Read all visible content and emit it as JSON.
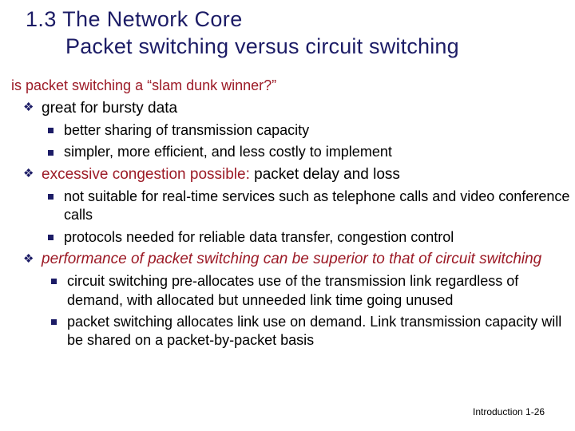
{
  "slide": {
    "title": {
      "line1": "1.3 The Network Core",
      "line2": "Packet switching versus circuit switching"
    },
    "lead_line": "is packet switching a “slam dunk winner?”",
    "bullets": [
      {
        "level1_text": "great for bursty data",
        "level1_red_prefix": "",
        "level1_style": "plain",
        "sub": [
          "better sharing of transmission capacity",
          "simpler, more efficient, and less costly to implement"
        ]
      },
      {
        "level1_red_prefix": "excessive congestion possible:",
        "level1_text": " packet delay and loss",
        "level1_style": "mixed",
        "sub": [
          "not suitable for real-time services such as telephone calls and video conference calls",
          "protocols needed for reliable data transfer, congestion control"
        ]
      },
      {
        "level1_red_prefix": "",
        "level1_text": "performance of packet switching can be superior to that of circuit switching",
        "level1_style": "italic-red",
        "sub": [
          "circuit switching pre-allocates use of the transmission link regardless of demand, with allocated but unneeded link time going unused",
          "packet switching allocates link use on demand. Link transmission capacity will be shared on a packet-by-packet basis"
        ]
      }
    ],
    "footer": "Introduction 1-26",
    "bullet_glyphs": {
      "level1": "❖",
      "level2": "▪"
    },
    "colors": {
      "title": "#1c1c66",
      "accent_red": "#9c1a26",
      "body": "#000000",
      "bullet": "#1c1c66",
      "background": "#ffffff"
    }
  }
}
